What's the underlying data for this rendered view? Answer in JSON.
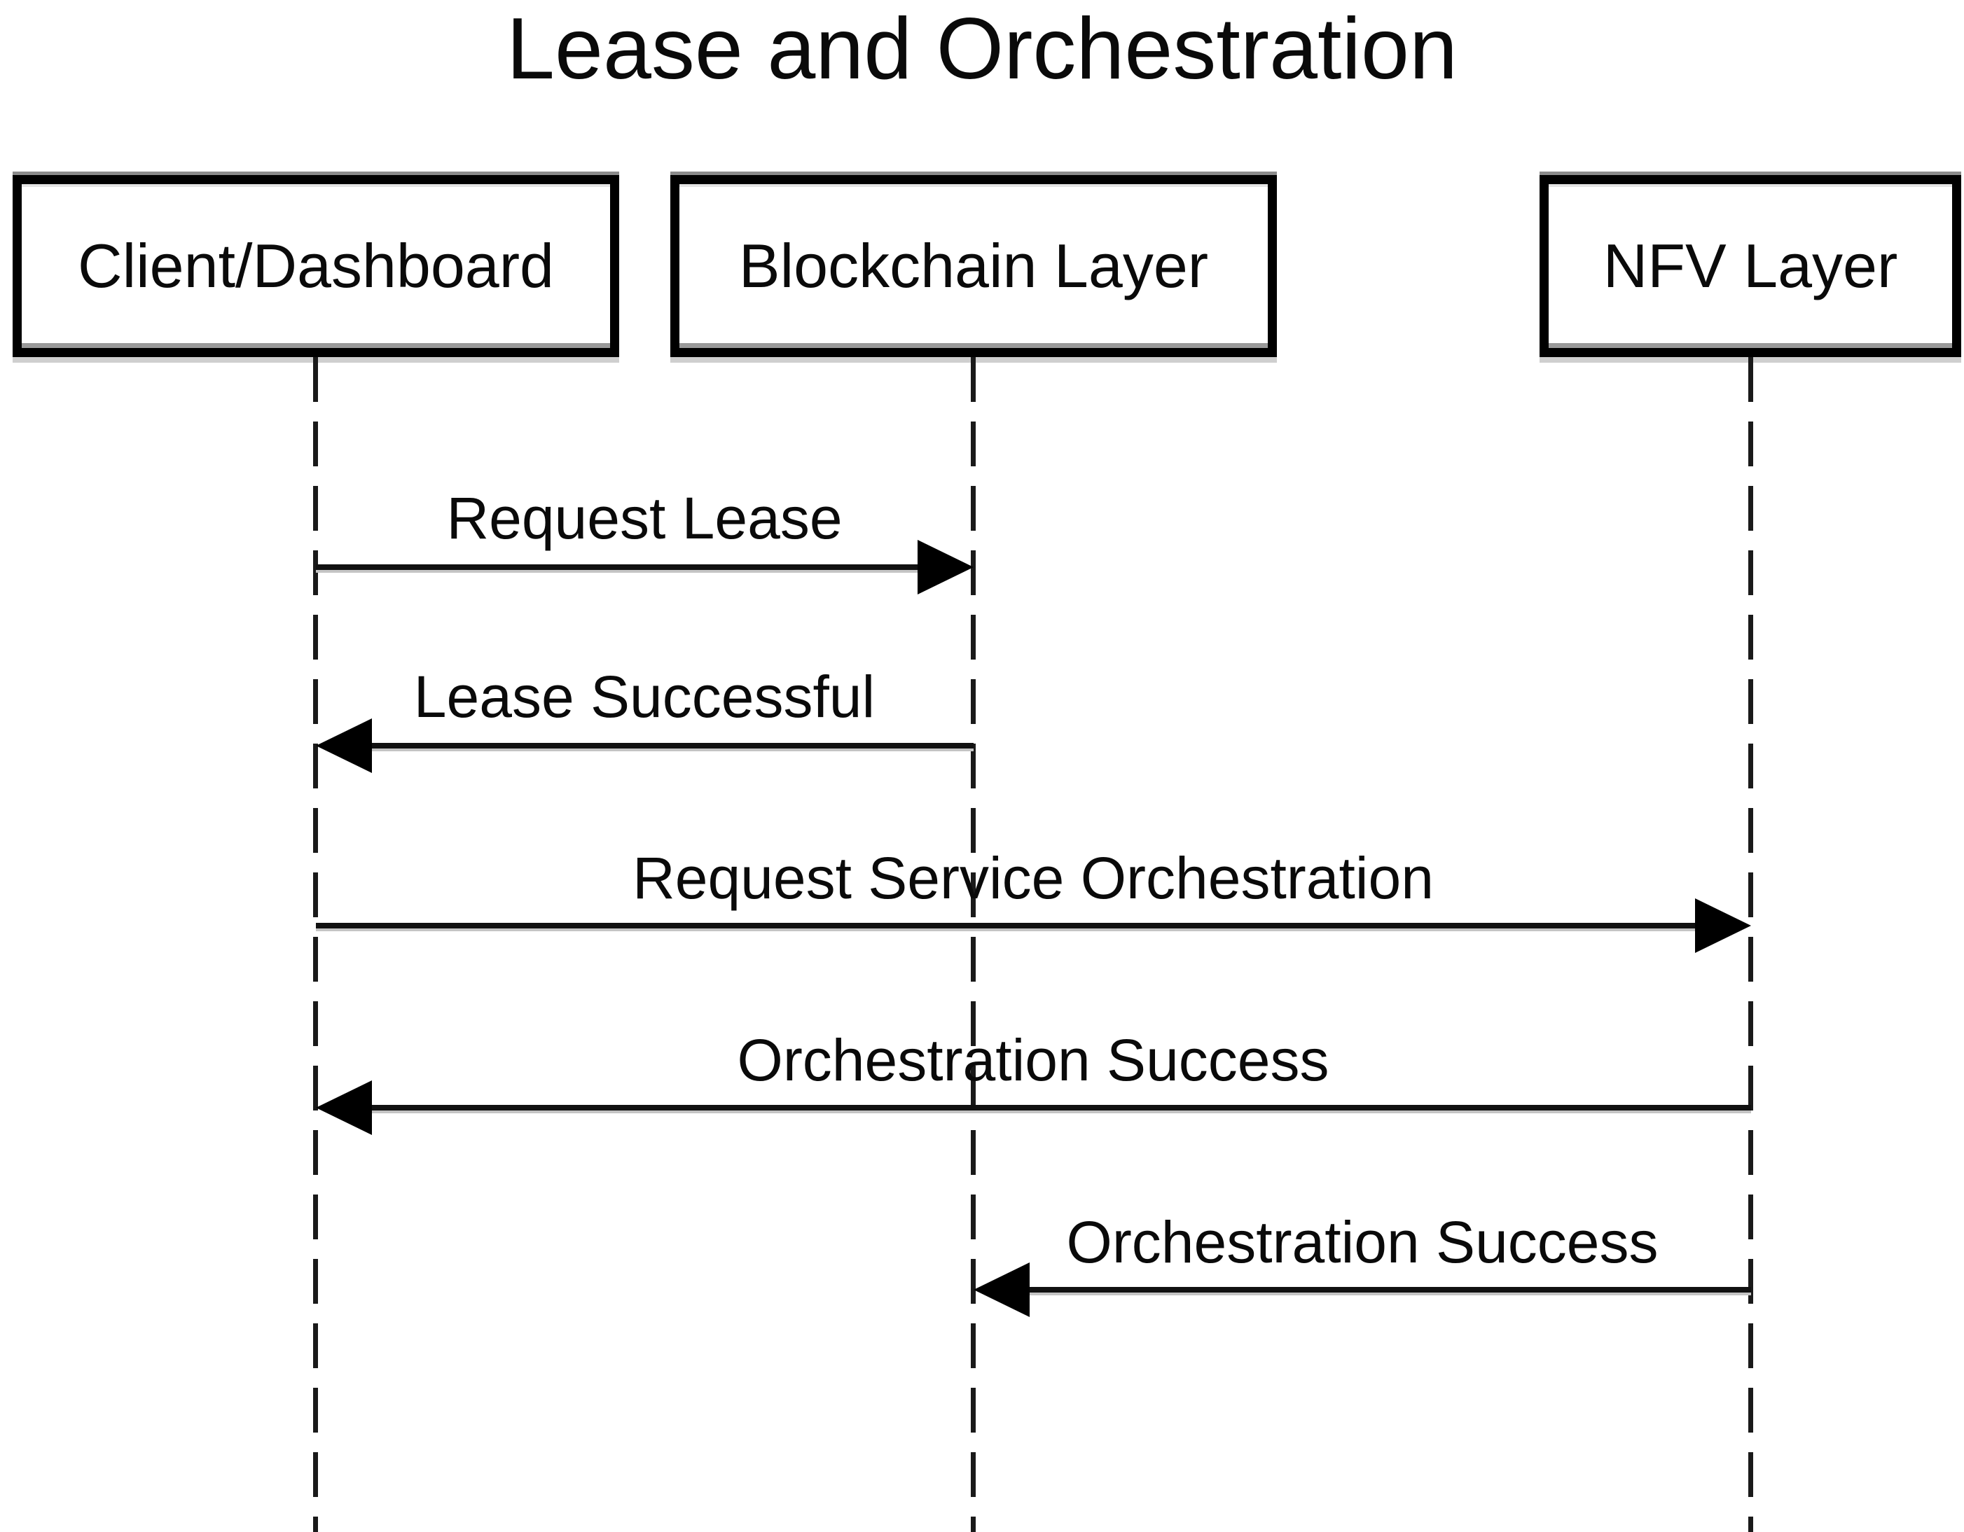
{
  "diagram": {
    "title": "Lease and Orchestration",
    "type": "sequence-diagram",
    "colors": {
      "line": "#000000",
      "text": "#0a0a0a",
      "background": "#ffffff",
      "box_fill": "#ffffff",
      "box_border": "#000000",
      "shadow": "#c8c8c8"
    }
  },
  "actors": [
    {
      "label": "Client/Dashboard"
    },
    {
      "label": "Blockchain Layer"
    },
    {
      "label": "NFV Layer"
    }
  ],
  "messages": [
    {
      "from": "Client/Dashboard",
      "to": "Blockchain Layer",
      "label": "Request Lease",
      "direction": "right"
    },
    {
      "from": "Blockchain Layer",
      "to": "Client/Dashboard",
      "label": "Lease Successful",
      "direction": "left"
    },
    {
      "from": "Client/Dashboard",
      "to": "NFV Layer",
      "label": "Request Service Orchestration",
      "direction": "right"
    },
    {
      "from": "NFV Layer",
      "to": "Client/Dashboard",
      "label": "Orchestration Success",
      "direction": "left"
    },
    {
      "from": "NFV Layer",
      "to": "Blockchain Layer",
      "label": "Orchestration Success",
      "direction": "left"
    }
  ]
}
